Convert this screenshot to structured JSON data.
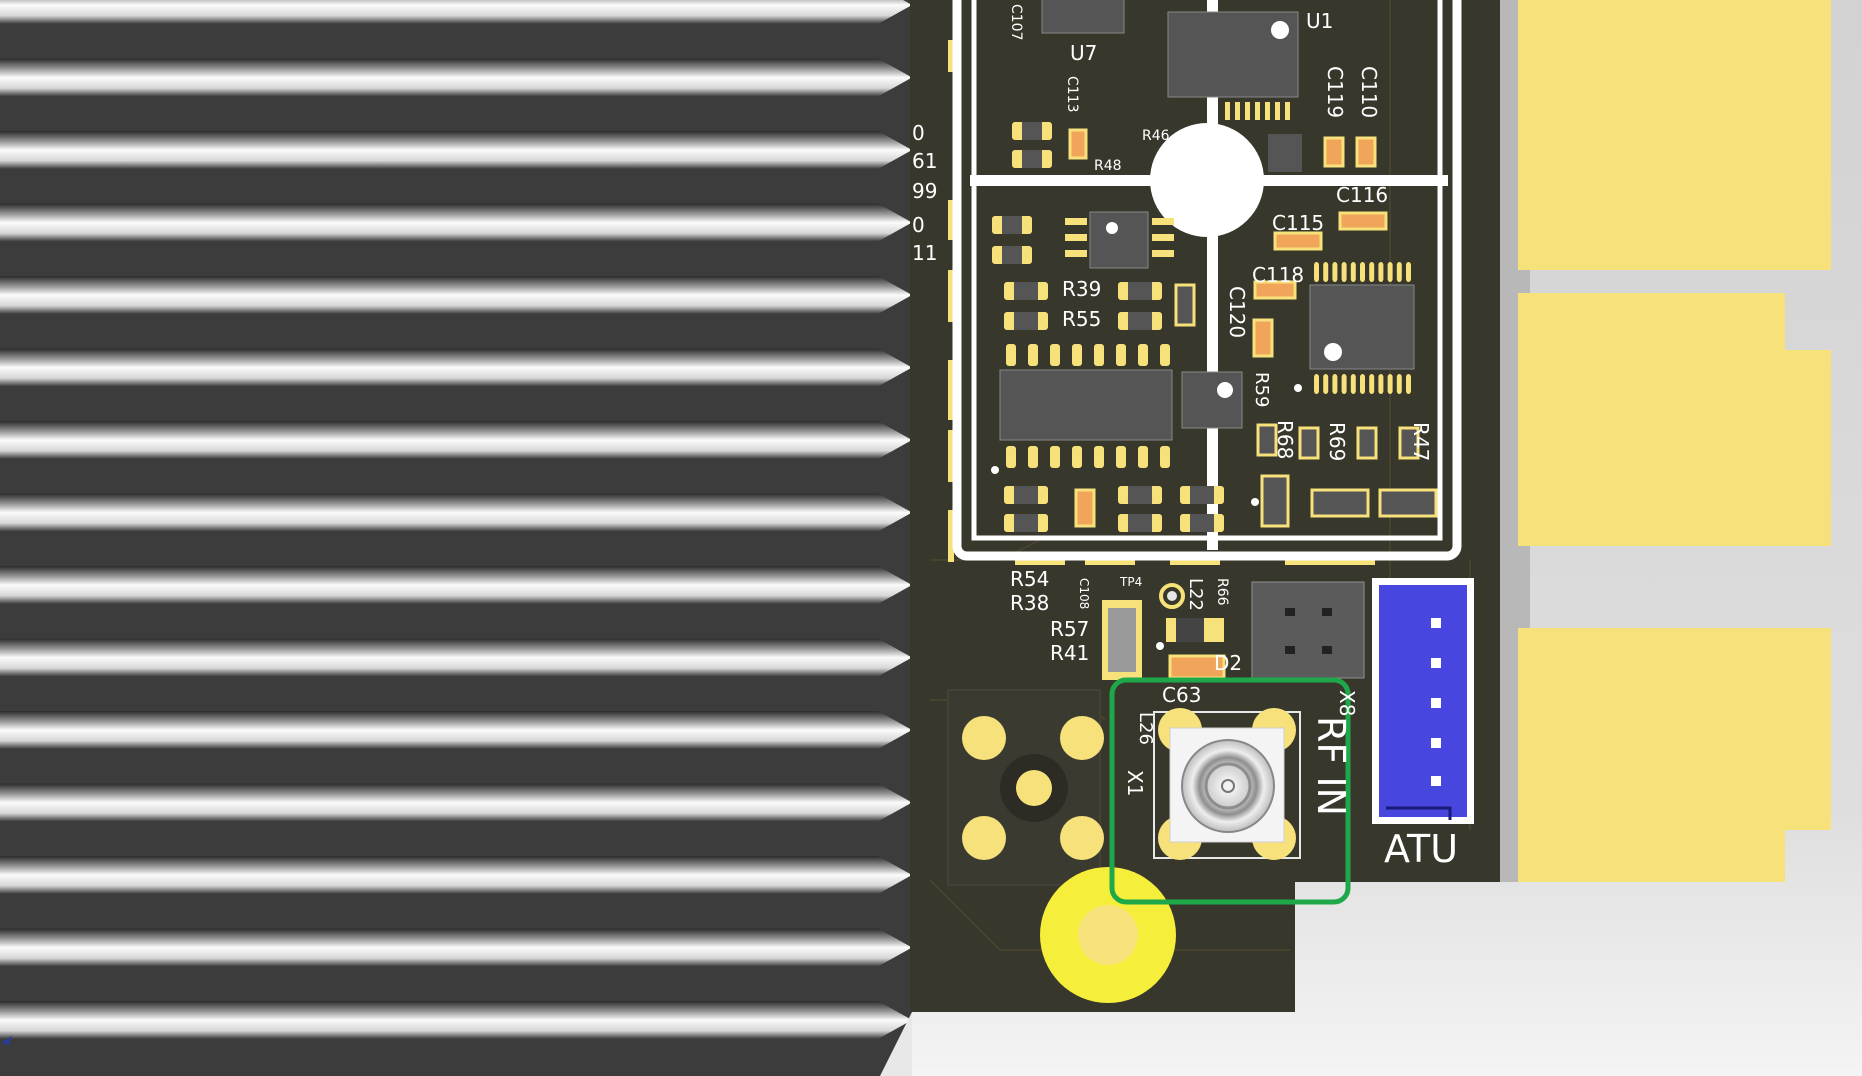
{
  "colors": {
    "board": "#38372c",
    "board_trace": "#433f30",
    "pad_gold": "#f7e17a",
    "fin_dark": "#3c3c3c",
    "fin_light": "#f6f6f6",
    "shield": "#ffffff",
    "chip": "#555555",
    "cap_orange": "#f0a55a",
    "connector_blue": "#4747e0",
    "highlight_green": "#1fa84a",
    "ground_pad_yellow": "#f5ee3a"
  },
  "labels": {
    "u7": "U7",
    "u1": "U1",
    "c107": "C107",
    "c113": "C113",
    "c119": "C119",
    "c110": "C110",
    "r46": "R46",
    "r48": "R48",
    "c116": "C116",
    "c115": "C115",
    "c118": "C118",
    "c120": "C120",
    "r39": "R39",
    "r55": "R55",
    "r59": "R59",
    "r68": "R68",
    "r69": "R69",
    "r47": "R47",
    "r54": "R54",
    "r38": "R38",
    "r57": "R57",
    "r41": "R41",
    "c108": "C108",
    "tp4": "TP4",
    "l22": "L22",
    "r66": "R66",
    "d2": "D2",
    "c63": "C63",
    "l26": "L26",
    "x1": "X1",
    "x8": "X8",
    "rf_in": "RF IN",
    "atu": "ATU",
    "edge_0": "0",
    "edge_1": "61",
    "edge_2": "99",
    "edge_3": "0",
    "edge_4": "11"
  }
}
